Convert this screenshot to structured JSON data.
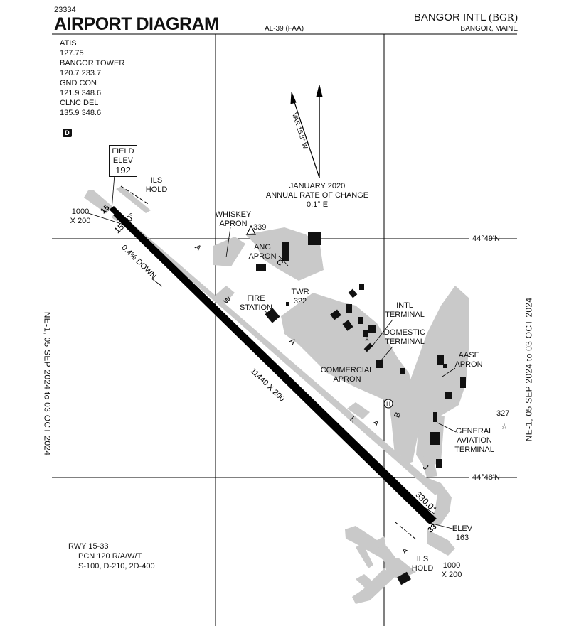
{
  "header": {
    "chart_id": "23334",
    "title": "AIRPORT DIAGRAM",
    "procedure_code": "AL-39 (FAA)",
    "airport_name": "BANGOR INTL",
    "airport_ident": "(BGR)",
    "city": "BANGOR, MAINE"
  },
  "frequencies": [
    "ATIS",
    "127.75",
    "BANGOR TOWER",
    "120.7  233.7",
    "GND CON",
    "121.9  348.6",
    "CLNC DEL",
    "135.9  348.6"
  ],
  "dp_badge": "D",
  "field_elev": {
    "label1": "FIELD",
    "label2": "ELEV",
    "value": "192"
  },
  "variation": {
    "text": "VAR 15.8° W"
  },
  "annual_change": {
    "line1": "JANUARY 2020",
    "line2": "ANNUAL RATE OF CHANGE",
    "line3": "0.1° E"
  },
  "latitudes": {
    "north": "44°49'N",
    "south": "44°48'N"
  },
  "validity": {
    "left": "NE-1,  05 SEP 2024  to  03 OCT 2024",
    "right": "NE-1,  05 SEP 2024  to  03 OCT 2024"
  },
  "runway": {
    "end_a": "15",
    "end_b": "33",
    "heading_a": "150.0°",
    "heading_b": "330.0°",
    "slope": "0.4% DOWN",
    "dimensions": "11440 X 200",
    "elev_b_label": "ELEV",
    "elev_b": "163",
    "rollout_a": "1000",
    "rollout_a2": "X 200",
    "rollout_b": "1000",
    "rollout_b2": "X 200"
  },
  "labels": {
    "ils_hold_n1": "ILS",
    "ils_hold_n2": "HOLD",
    "ils_hold_s1": "ILS",
    "ils_hold_s2": "HOLD",
    "whiskey_1": "WHISKEY",
    "whiskey_2": "APRON",
    "elev_339": "339",
    "ang_1": "ANG",
    "ang_2": "APRON",
    "fire_1": "FIRE",
    "fire_2": "STATION",
    "twr_1": "TWR",
    "twr_2": "322",
    "intl_1": "INTL",
    "intl_2": "TERMINAL",
    "dom_1": "DOMESTIC",
    "dom_2": "TERMINAL",
    "comm_1": "COMMERCIAL",
    "comm_2": "APRON",
    "aasf_1": "AASF",
    "aasf_2": "APRON",
    "ga_1": "GENERAL",
    "ga_2": "AVIATION",
    "ga_3": "TERMINAL",
    "elev_327": "327",
    "helipad": "H"
  },
  "taxiways": {
    "A": "A",
    "C": "C",
    "W": "W",
    "K": "K",
    "B": "B",
    "J": "J"
  },
  "runway_info": {
    "line1": "RWY 15-33",
    "line2": "PCN 120 R/A/W/T",
    "line3": "S-100, D-210, 2D-400"
  },
  "colors": {
    "pavement": "#c9c9c9",
    "runway": "#000000",
    "building": "#111111",
    "grid": "#000000"
  }
}
